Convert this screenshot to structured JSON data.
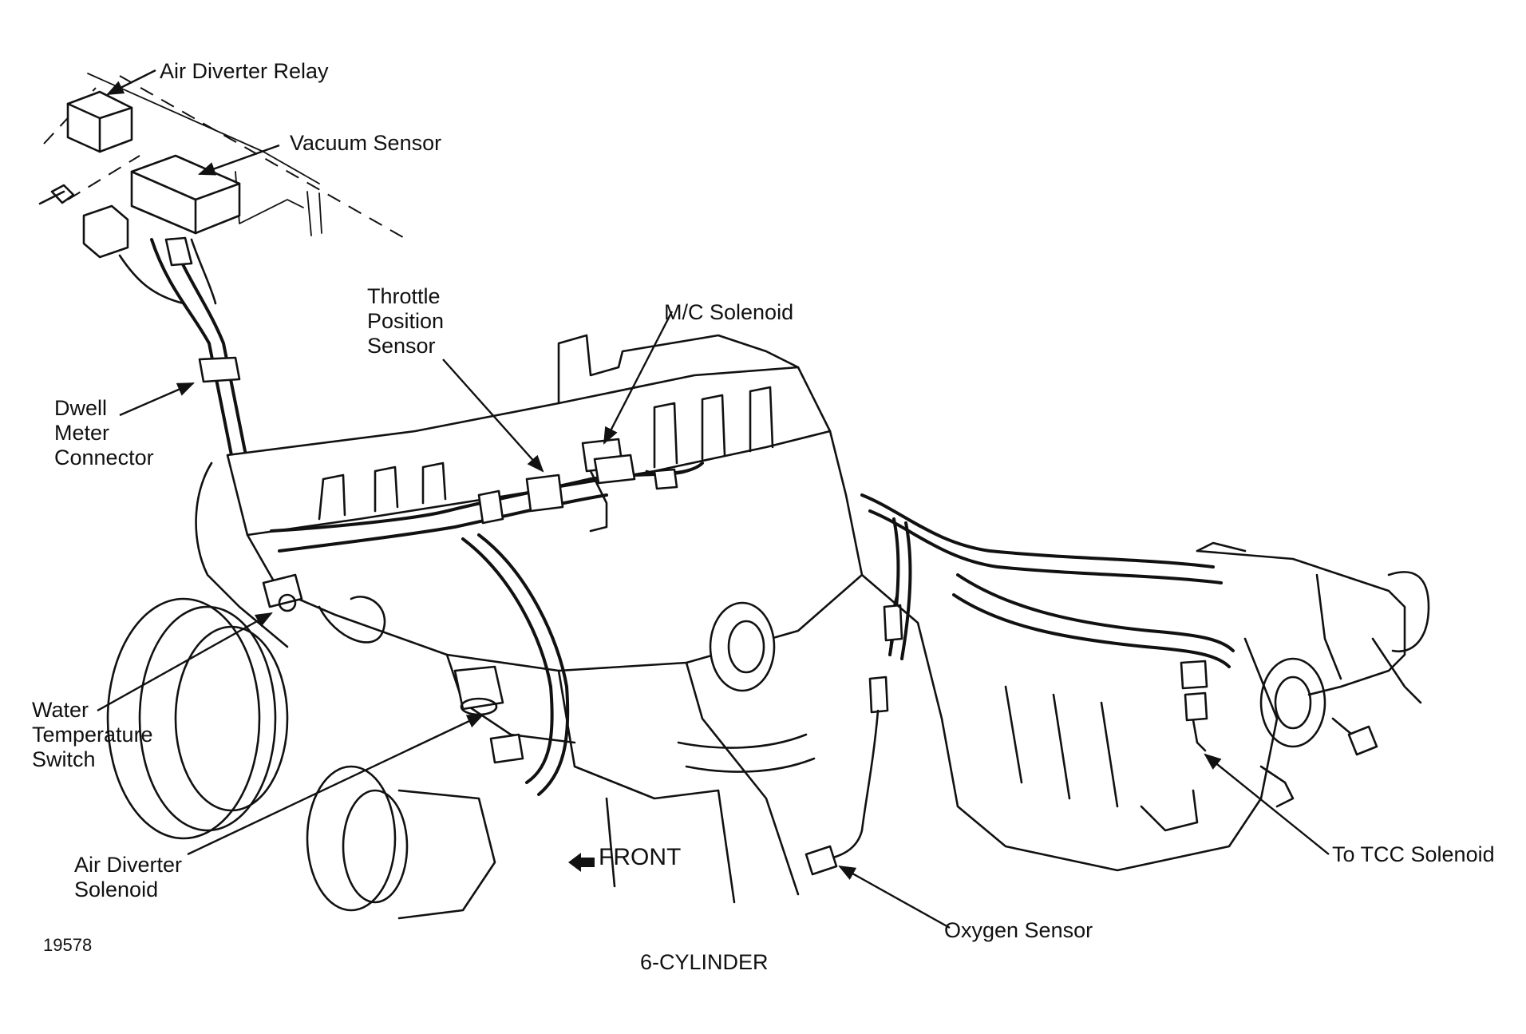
{
  "figure_number": "19578",
  "caption": "6-CYLINDER",
  "front_marker": "FRONT",
  "labels": {
    "air_diverter_relay": "Air Diverter Relay",
    "vacuum_sensor": "Vacuum Sensor",
    "throttle_position_sensor": [
      "Throttle",
      "Position",
      "Sensor"
    ],
    "mc_solenoid": "M/C Solenoid",
    "dwell_meter_connector": [
      "Dwell",
      "Meter",
      "Connector"
    ],
    "water_temperature_switch": [
      "Water",
      "Temperature",
      "Switch"
    ],
    "air_diverter_solenoid": [
      "Air Diverter",
      "Solenoid"
    ],
    "oxygen_sensor": "Oxygen Sensor",
    "to_tcc_solenoid": "To TCC Solenoid"
  },
  "colors": {
    "ink": "#111111",
    "paper": "#ffffff"
  }
}
